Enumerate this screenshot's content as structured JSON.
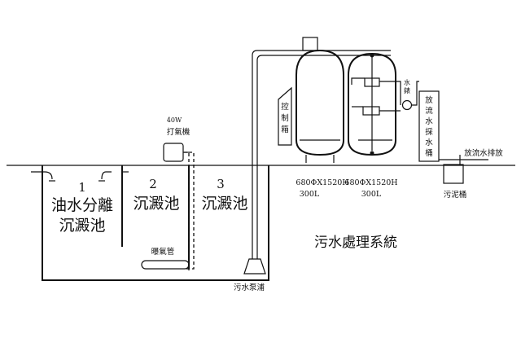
{
  "title": "污水處理系統",
  "tanks": [
    {
      "number": "1",
      "label_line1": "油水分離",
      "label_line2": "沉澱池"
    },
    {
      "number": "2",
      "label": "沉澱池"
    },
    {
      "number": "3",
      "label": "沉澱池"
    }
  ],
  "aerator": {
    "power": "40W",
    "name": "打氣機"
  },
  "aeration_pipe": "曝氣管",
  "pump": "污水泵浦",
  "control_box": [
    "控",
    "制",
    "箱"
  ],
  "filter_left": {
    "spec": "680ΦX1520H",
    "volume": "300L"
  },
  "filter_right": {
    "spec": "680ΦX1520H",
    "volume": "300L"
  },
  "water_meter": [
    "水",
    "錶"
  ],
  "sampling_box": [
    "放",
    "流",
    "水",
    "採",
    "水",
    "桶"
  ],
  "discharge": "放流水排放",
  "sludge_bucket": "污泥桶"
}
